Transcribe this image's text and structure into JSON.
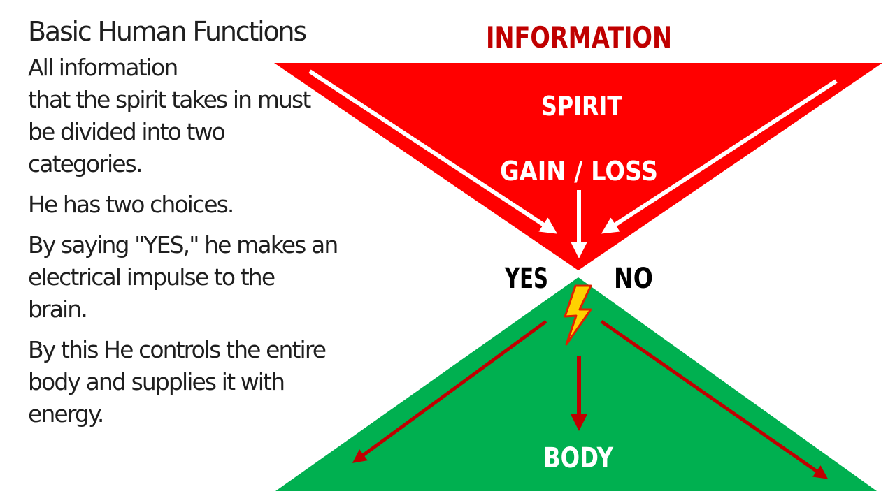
{
  "left_panel": {
    "title": "Basic Human Functions",
    "paragraphs": [
      {
        "lines": [
          "All information",
          "that the spirit takes in must",
          "be divided into two",
          "categories."
        ]
      },
      {
        "lines": [
          "He has two choices."
        ]
      },
      {
        "lines": [
          "By saying \"YES,\" he makes an",
          "electrical impulse to the",
          "brain."
        ]
      },
      {
        "lines": [
          "By this He controls the entire",
          "body and supplies it with",
          "energy."
        ]
      }
    ]
  },
  "diagram": {
    "top_label": "INFORMATION",
    "spirit_label": "SPIRIT",
    "gain_loss_label": "GAIN / LOSS",
    "yes_label": "YES",
    "no_label": "NO",
    "body_label": "BODY",
    "colors": {
      "spirit_triangle": "#ff0000",
      "body_triangle": "#00b050",
      "information_text": "#c00000",
      "arrow_down": "#c00000",
      "arrow_up": "#ffffff",
      "lightning": "#ffd200"
    },
    "icons": [
      "lightning-bolt-icon"
    ]
  }
}
